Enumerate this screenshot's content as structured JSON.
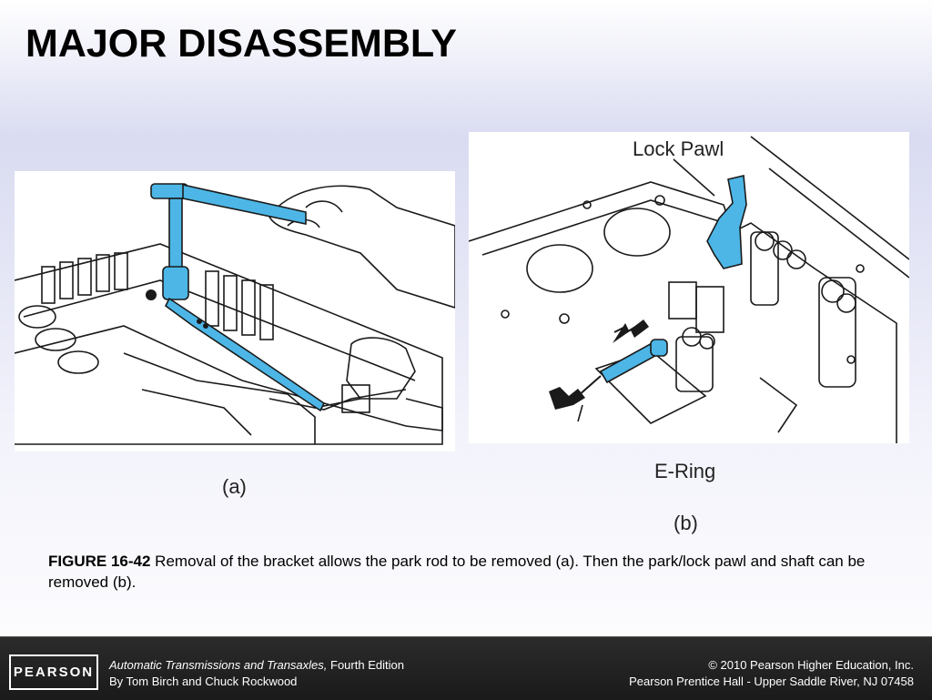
{
  "slide": {
    "title": "MAJOR DISASSEMBLY"
  },
  "figure_a": {
    "label": "(a)"
  },
  "figure_b": {
    "label": "(b)",
    "callouts": {
      "top": "Lock Pawl",
      "bottom": "E-Ring"
    }
  },
  "caption": {
    "figure_id": "FIGURE 16-42",
    "text": "Removal of the bracket allows the park rod to be removed (a). Then the park/lock pawl and shaft can be removed (b)."
  },
  "footer": {
    "logo": "PEARSON",
    "book_title": "Automatic Transmissions and Transaxles,",
    "edition": "Fourth Edition",
    "authors": "By Tom Birch and Chuck Rockwood",
    "copyright": "© 2010 Pearson Higher Education, Inc.",
    "publisher": "Pearson Prentice Hall - Upper Saddle River, NJ 07458"
  },
  "colors": {
    "highlight": "#4db6e6",
    "line": "#1a1a1a",
    "footer_bg": "#222222"
  }
}
